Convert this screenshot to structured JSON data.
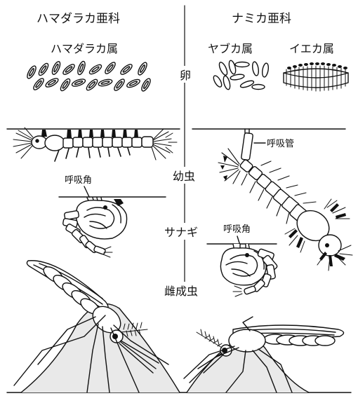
{
  "headers": {
    "left_subfamily": "ハマダラカ亜科",
    "right_subfamily": "ナミカ亜科",
    "genus_anopheles": "ハマダラカ属",
    "genus_aedes": "ヤブカ属",
    "genus_culex": "イエカ属"
  },
  "stages": {
    "egg": "卵",
    "larva": "幼虫",
    "pupa": "サナギ",
    "adult": "雌成虫"
  },
  "annotations": {
    "siphon": "呼吸管",
    "horn_left": "呼吸角",
    "horn_right": "呼吸角"
  }
}
